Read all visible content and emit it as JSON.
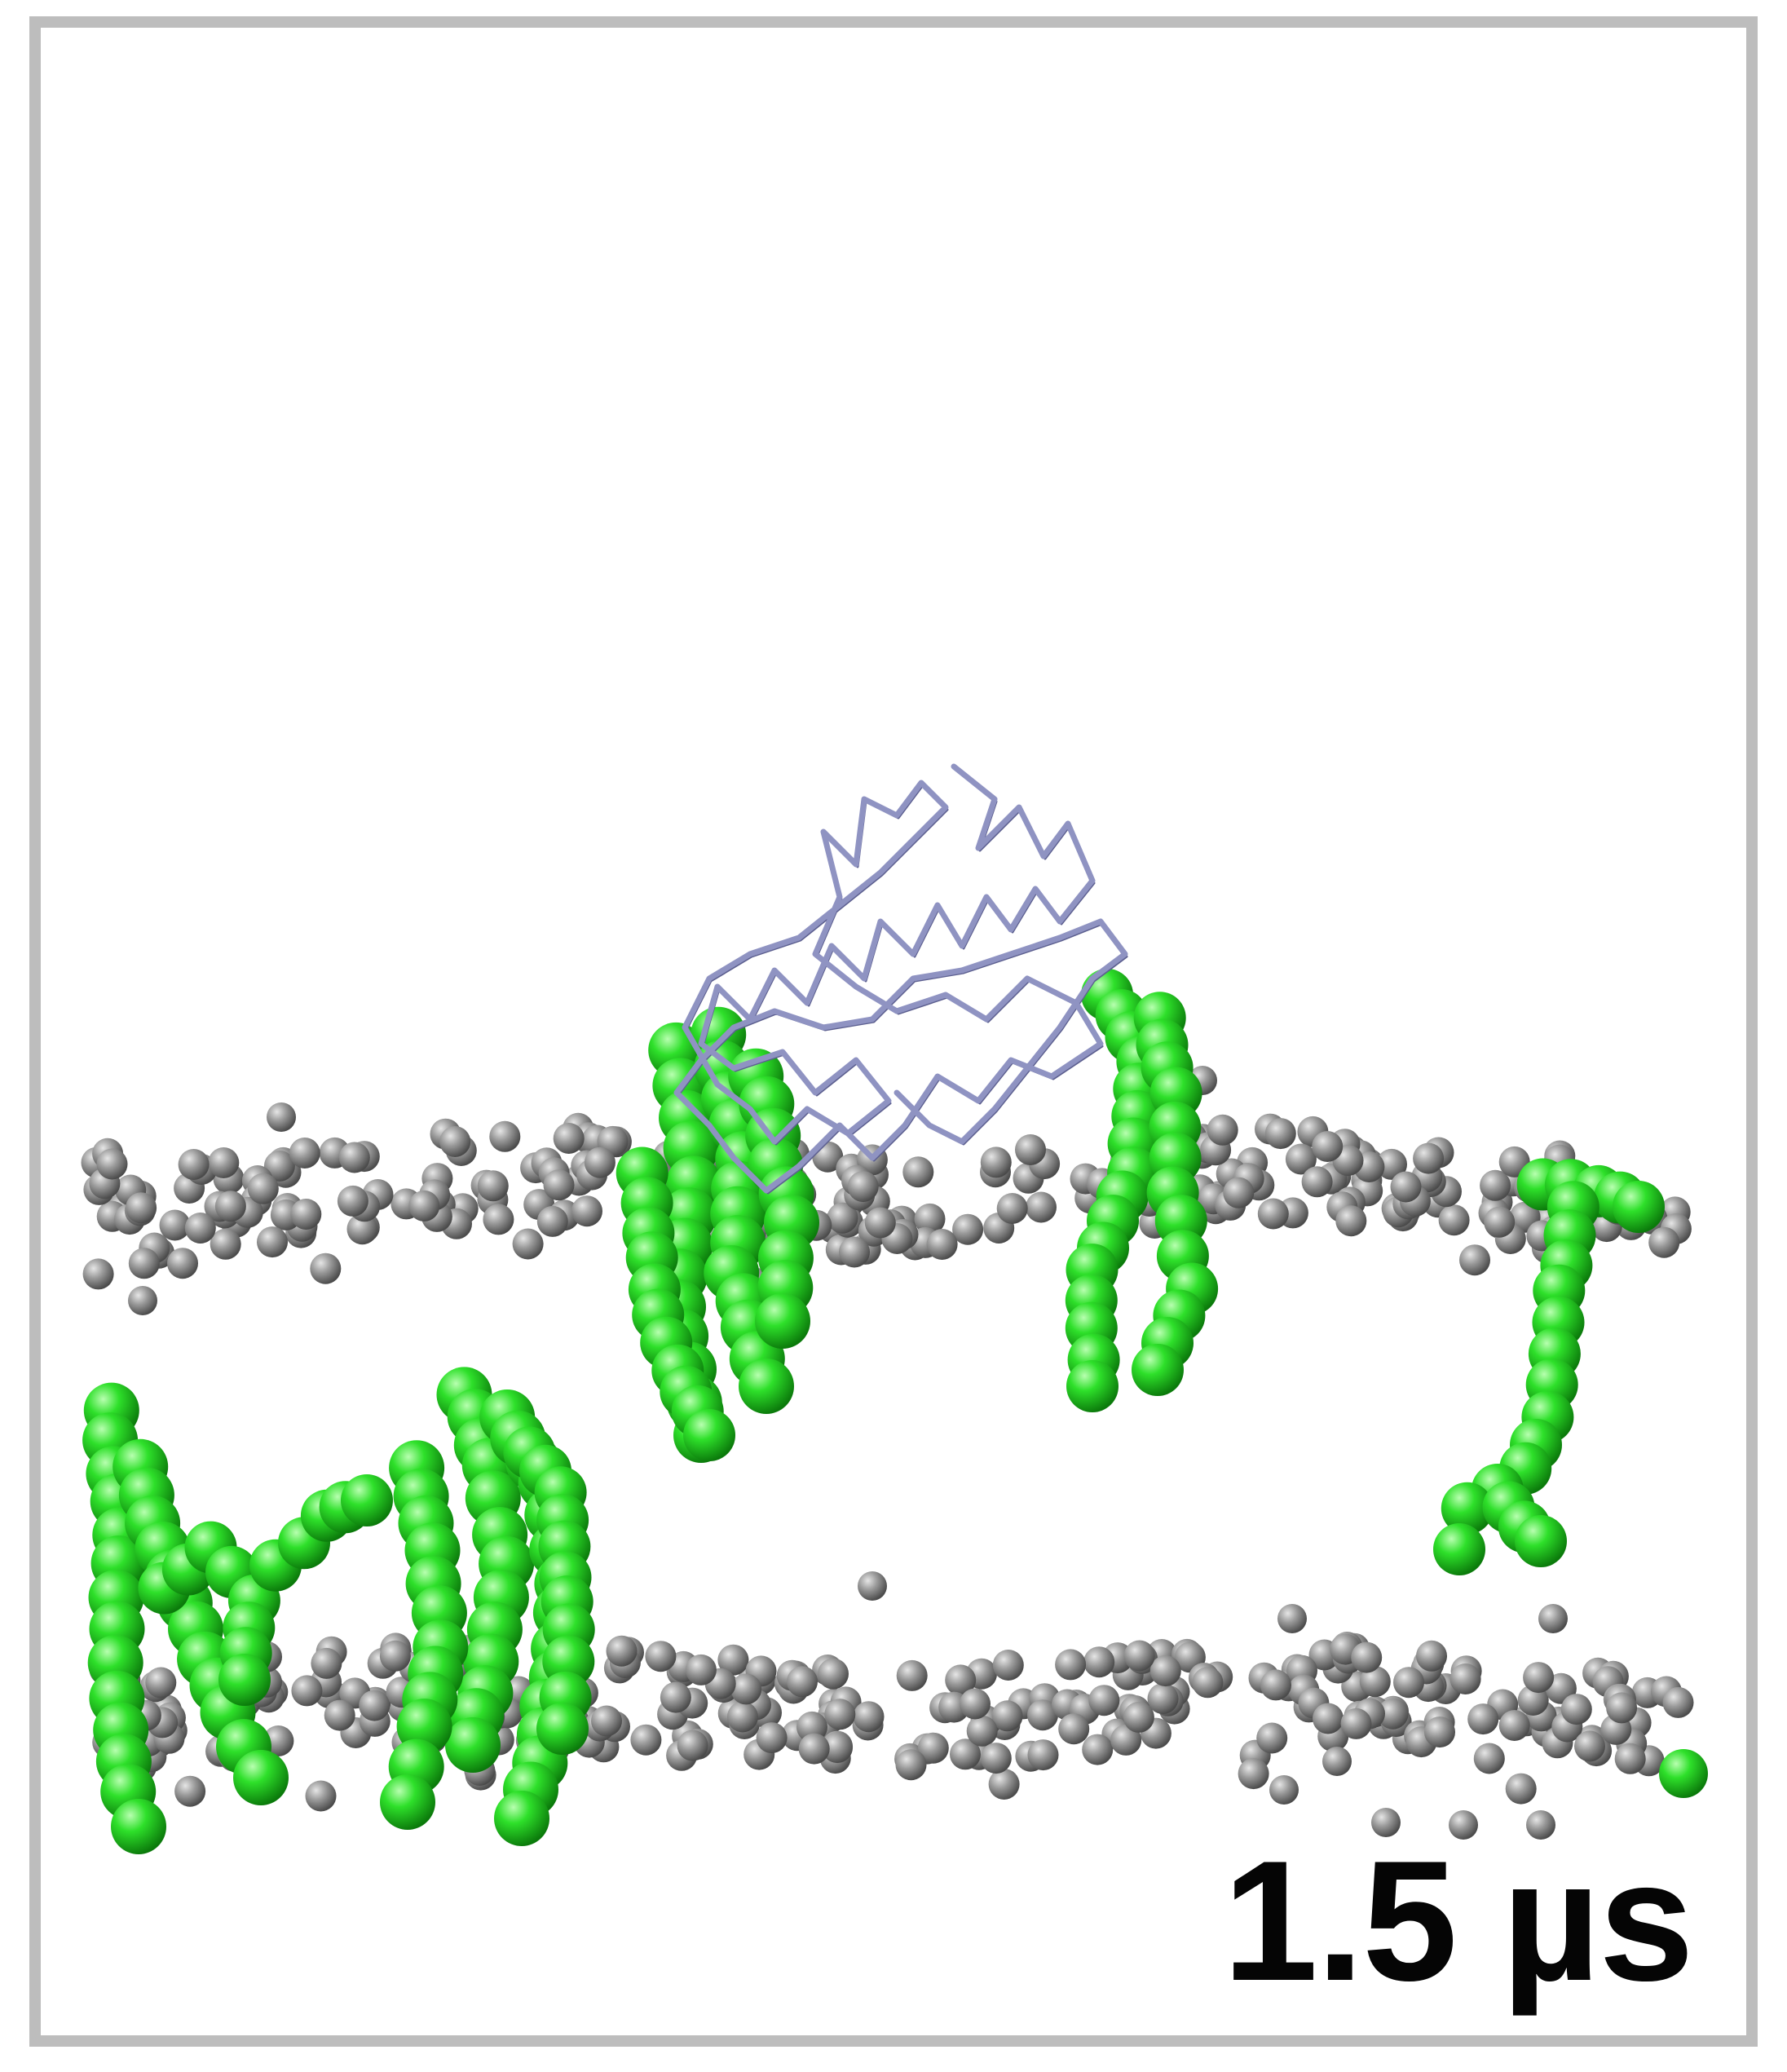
{
  "time_label": "1.5 µs",
  "colors": {
    "frame": "#bdbdbd",
    "headgroup_beads": "#8a8a8a",
    "lipid_chain_beads": "#22c322",
    "protein_backbone": "#8f93c2",
    "label_text": "#050505"
  },
  "components": {
    "protein": "protein-backbone-trace",
    "upper_leaflet": "headgroup-bead-layer",
    "lower_leaflet": "headgroup-bead-layer",
    "lipids": "green-lipid-bead-chains"
  }
}
